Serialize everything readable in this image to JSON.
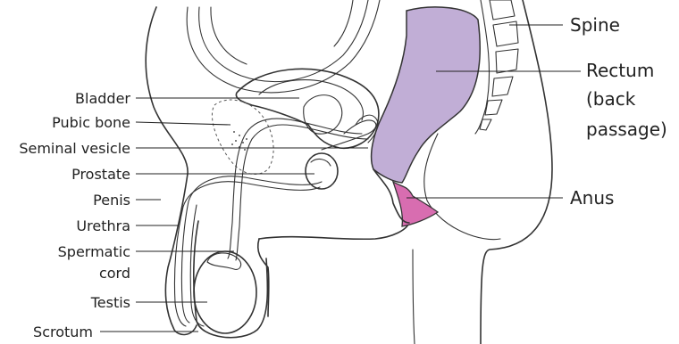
{
  "labels_left": {
    "bladder": "Bladder",
    "pubic_bone": "Pubic bone",
    "seminal_vesicle": "Seminal vesicle",
    "prostate": "Prostate",
    "penis": "Penis",
    "urethra": "Urethra",
    "spermatic_cord_line1": "Spermatic",
    "spermatic_cord_line2": "cord",
    "testis": "Testis",
    "scrotum": "Scrotum"
  },
  "labels_right": {
    "spine": "Spine",
    "rectum_line1": "Rectum",
    "rectum_line2": "(back",
    "rectum_line3": "passage)",
    "anus": "Anus"
  },
  "colors": {
    "rectum": "#c1aed6",
    "anus": "#d86db0",
    "outline": "#333333",
    "background": "#ffffff"
  }
}
